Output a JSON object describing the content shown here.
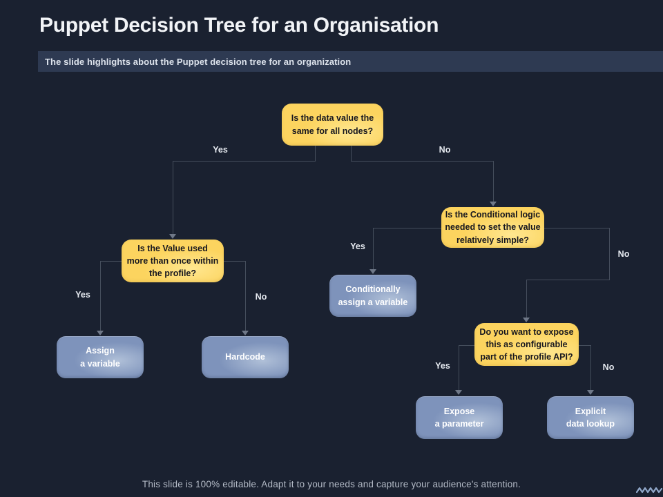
{
  "slide": {
    "title": "Puppet Decision Tree for an Organisation",
    "subtitle": "The slide highlights about the Puppet decision tree for an organization",
    "footer": "This slide is 100% editable. Adapt it to your needs and capture your audience's attention."
  },
  "labels": {
    "yes": "Yes",
    "no": "No"
  },
  "nodes": {
    "root": "Is the data value the\nsame for all nodes?",
    "value_used": "Is the Value used\nmore than once within\nthe profile?",
    "conditional": "Is the Conditional logic\nneeded to set the value\nrelatively simple?",
    "expose_api": "Do you want to expose\nthis as configurable\npart of the profile API?",
    "assign_variable": "Assign\na variable",
    "hardcode": "Hardcode",
    "conditionally_assign": "Conditionally\nassign a variable",
    "expose_parameter": "Expose\na parameter",
    "explicit_lookup": "Explicit\ndata lookup"
  },
  "colors": {
    "background": "#1a2130",
    "subtitle_bar": "#2e3a52",
    "question_fill": "#fcd45f",
    "question_text": "#17171f",
    "answer_fill": "#7e93bb",
    "answer_text": "#ffffff",
    "connector": "#454e5c",
    "arrowhead": "#6f7888",
    "squiggle": "#92a9cb"
  }
}
